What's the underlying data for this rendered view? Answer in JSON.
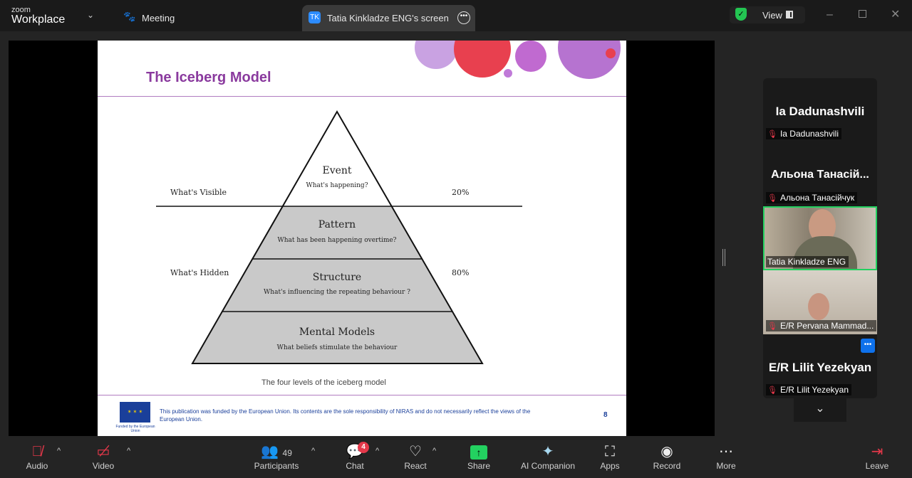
{
  "app": {
    "logo_small": "zoom",
    "logo_big": "Workplace",
    "meeting_label": "Meeting",
    "screen_tab_initials": "TK",
    "screen_tab_label": "Tatia Kinkladze ENG's screen",
    "view_label": "View"
  },
  "slide": {
    "title": "The Iceberg Model",
    "visible_label": "What's Visible",
    "hidden_label": "What's Hidden",
    "visible_pct": "20%",
    "hidden_pct": "80%",
    "levels": [
      {
        "name": "Event",
        "desc": "What's happening?"
      },
      {
        "name": "Pattern",
        "desc": "What has been happening overtime?"
      },
      {
        "name": "Structure",
        "desc": "What's influencing the repeating behaviour ?"
      },
      {
        "name": "Mental Models",
        "desc": "What beliefs stimulate the behaviour"
      }
    ],
    "caption": "The four levels of the iceberg model",
    "footer_text": "This publication was funded by the European Union. Its contents are the sole responsibility of NIRAS and do not necessarily reflect the views of the European Union.",
    "eu_label": "Funded by the European Union",
    "page_number": "8"
  },
  "participants": [
    {
      "tile_name": "Ia Dadunashvili",
      "label": "Ia Dadunashvili"
    },
    {
      "tile_name": "Альона  Танасій...",
      "label": "Альона Танасійчук"
    },
    {
      "label": "Tatia Kinkladze ENG"
    },
    {
      "label": "E/R Pervana Mammad..."
    },
    {
      "tile_name": "E/R Lilit Yezekyan",
      "label": "E/R Lilit Yezekyan"
    }
  ],
  "toolbar": {
    "audio": "Audio",
    "video": "Video",
    "participants": "Participants",
    "participants_count": "49",
    "chat": "Chat",
    "chat_badge": "4",
    "react": "React",
    "share": "Share",
    "ai": "AI Companion",
    "apps": "Apps",
    "record": "Record",
    "more": "More",
    "leave": "Leave"
  }
}
